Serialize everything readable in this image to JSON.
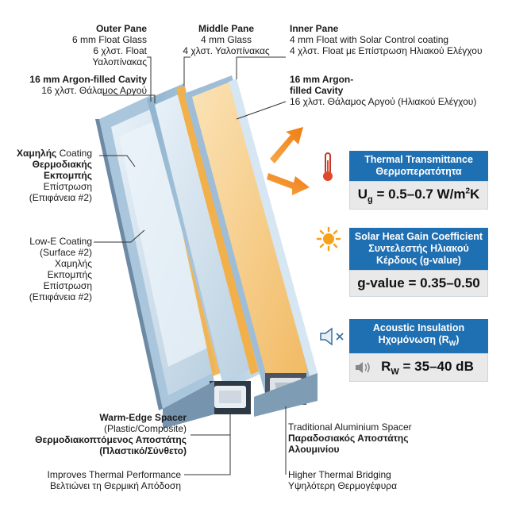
{
  "outer_pane": {
    "title": "Outer Pane",
    "line1": "6 mm Float Glass",
    "line2": "6 χλστ. Float Υαλοπίνακας"
  },
  "middle_pane": {
    "title": "Middle Pane",
    "line1": "4 mm Glass",
    "line2": "4 χλστ. Υαλοπίνακας"
  },
  "inner_pane": {
    "title": "Inner Pane",
    "line1": "4 mm Float with Solar Control coating",
    "line2": "4 χλστ. Float με Επίστρωση Ηλιακού Ελέγχου"
  },
  "cavity_left": {
    "title": "16 mm Argon-filled Cavity",
    "line1": "16 χλστ. Θάλαμος Αργού"
  },
  "cavity_right": {
    "title1": "16 mm Argon-",
    "title2": "filled Cavity",
    "line1": "16 χλστ. Θάλαμος Αργού (Ηλιακού Ελέγχου)"
  },
  "coating_gr": {
    "line1a": "Χαμηλής",
    "line1b": "Coating",
    "line2": "Θερμοδιακής",
    "line3": "Εκπομπής",
    "line4": "Επίστρωση",
    "line5": "(Επιφάνεια #2)"
  },
  "lowe": {
    "line1": "Low-E Coating",
    "line2": "(Surface #2)",
    "line3": "Χαμηλής Εκπομπής",
    "line4": "Επίστρωση",
    "line5": "(Επιφάνεια #2)"
  },
  "thermal": {
    "title_en": "Thermal Transmittance",
    "title_gr": "Θερμοπερατότητα",
    "value": "U",
    "sub": "g",
    "rest": " = 0.5–0.7 W/m",
    "sup": "2",
    "unit": "K"
  },
  "solar": {
    "title_en": "Solar Heat Gain Coefficient",
    "title_gr1": "Συντελεστής Ηλιακού",
    "title_gr2": "Κέρδους (g-value)",
    "value": "g-value = 0.35–0.50"
  },
  "acoustic": {
    "title_en": "Acoustic Insulation",
    "title_gr": "Ηχομόνωση (R",
    "title_gr_sub": "W",
    "title_gr_end": ")",
    "value": "R",
    "sub": "W",
    "rest": " = 35–40 dB"
  },
  "warm_spacer": {
    "title": "Warm-Edge Spacer",
    "line1": "(Plastic/Composite)",
    "line2": "Θερμοδιακοπτόμενος Αποστάτης",
    "line3": "(Πλαστικό/Σύνθετο)"
  },
  "alu_spacer": {
    "line1": "Traditional Aluminium Spacer",
    "line2": "Παραδοσιακός Αποστάτης",
    "line3": "Αλουμινίου"
  },
  "improves": {
    "line1": "Improves Thermal Performance",
    "line2": "Βελτιώνει τη Θερμική Απόδοση"
  },
  "bridging": {
    "line1": "Higher Thermal Bridging",
    "line2": "Υψηλότερη Θερμογέφυρα"
  },
  "colors": {
    "header_blue": "#1f6fb3",
    "value_bg": "#e9e9e9",
    "glass": "#d6e6f2",
    "solar_film": "#f3c27a",
    "arrow_orange": "#f08a1c"
  },
  "icons": [
    "thermometer-icon",
    "sun-icon",
    "speaker-mute-icon",
    "speaker-icon",
    "heat-arrow-icon"
  ]
}
